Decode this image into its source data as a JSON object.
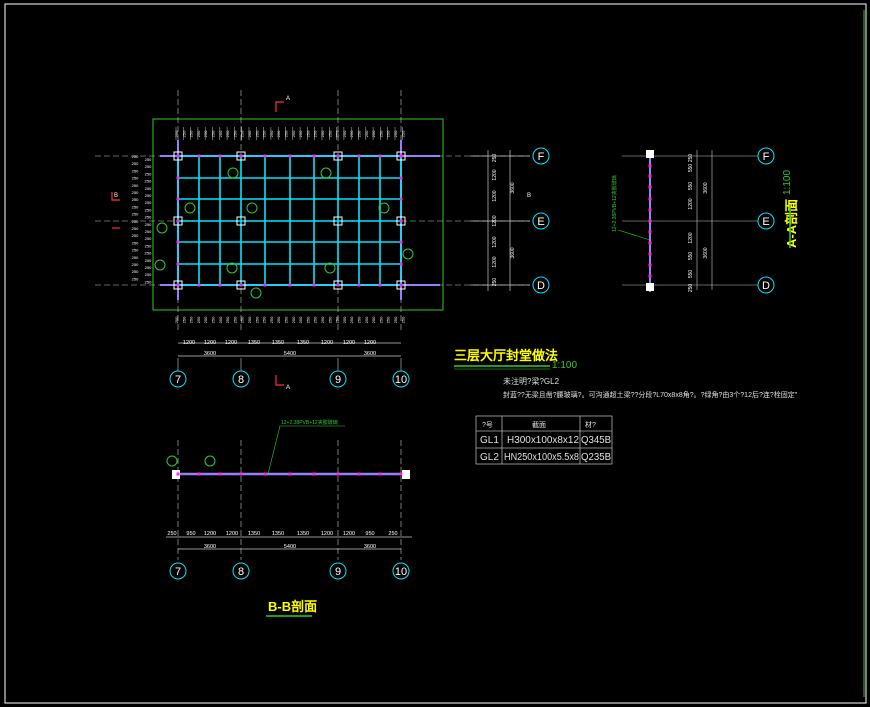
{
  "plan": {
    "title": "三层大厅封堂做法",
    "scale": "1:100",
    "note1": "未注明?梁?GL2",
    "note2": "封蓝??无梁且凿?腰玻璃?。可沟通超土梁??分段?L70x8x8角?。?绿角?由3个?12后?连?栓固定\"",
    "grid_bottom": [
      "7",
      "8",
      "9",
      "10"
    ],
    "grid_right": [
      "F",
      "E",
      "D"
    ],
    "section_mark_top": "A",
    "section_mark_bottom": "A",
    "section_mark_left": "B",
    "section_mark_right": "B",
    "dims_bottom_row1": [
      "1200",
      "1200",
      "1200",
      "1350",
      "1350",
      "1350",
      "1200",
      "1200",
      "1200"
    ],
    "dims_bottom_row2": [
      "3600",
      "5400",
      "3600"
    ],
    "dims_right_row1": [
      "250",
      "1200",
      "1200",
      "1200",
      "1200",
      "1200",
      "250"
    ],
    "dims_right_row2": [
      "3600",
      "3600"
    ]
  },
  "section_a": {
    "title": "A-A剖面",
    "scale": "1:100",
    "grid": [
      "F",
      "E",
      "D"
    ],
    "dims": [
      "250",
      "550",
      "550",
      "1200",
      "1200",
      "550",
      "550",
      "250"
    ],
    "dims2": [
      "3600",
      "3600"
    ],
    "callout": "12+2.38PVB+12夹胶玻璃"
  },
  "section_b": {
    "title": "B-B剖面",
    "grid": [
      "7",
      "8",
      "9",
      "10"
    ],
    "callout": "12+2.38PVB+12夹胶玻璃",
    "dims_row1": [
      "250",
      "950",
      "1200",
      "1200",
      "1350",
      "1350",
      "1350",
      "1200",
      "1200",
      "950",
      "250"
    ],
    "dims_row2": [
      "3600",
      "5400",
      "3600"
    ]
  },
  "table": {
    "headers": [
      "?号",
      "截面",
      "材?"
    ],
    "rows": [
      [
        "GL1",
        "H300x100x8x12",
        "Q345B"
      ],
      [
        "GL2",
        "HN250x100x5.5x8",
        "Q235B"
      ]
    ]
  }
}
